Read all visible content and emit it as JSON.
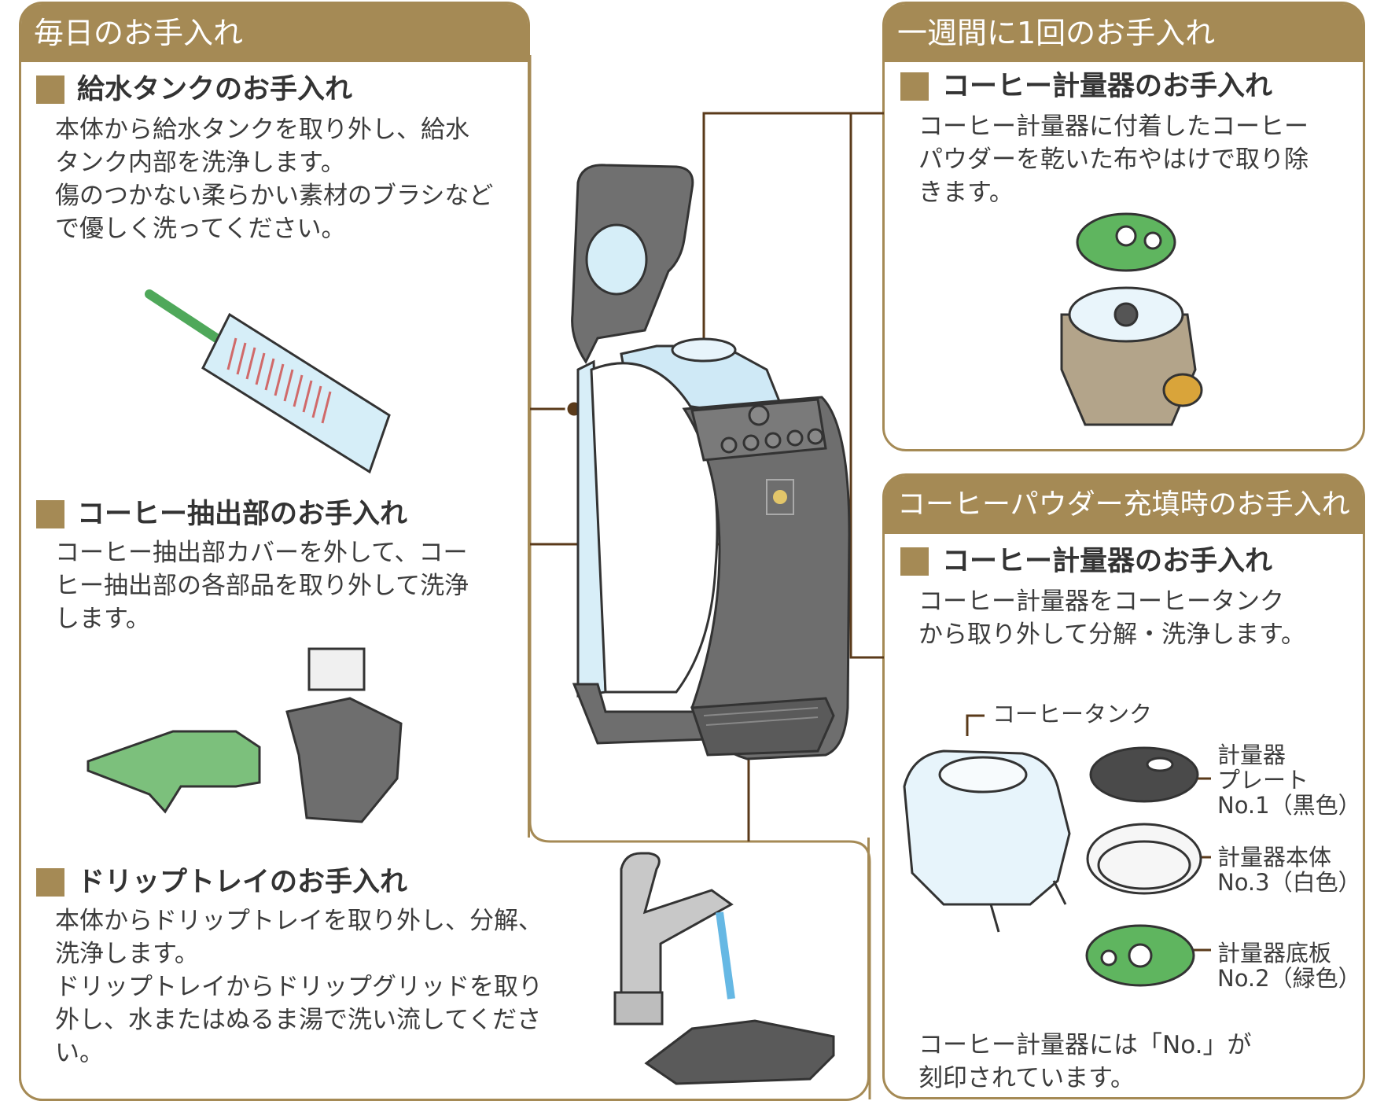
{
  "daily": {
    "header": "毎日のお手入れ",
    "water_tank": {
      "title": "給水タンクのお手入れ",
      "text": "本体から給水タンクを取り外し、給水\nタンク内部を洗浄します。\n傷のつかない柔らかい素材のブラシなど\nで優しく洗ってください。"
    },
    "brew_unit": {
      "title": "コーヒー抽出部のお手入れ",
      "text": "コーヒー抽出部カバーを外して、コー\nヒー抽出部の各部品を取り外して洗浄\nします。"
    },
    "drip_tray": {
      "title": "ドリップトレイのお手入れ",
      "text": "本体からドリップトレイを取り外し、分解、\n洗浄します。\nドリップトレイからドリップグリッドを取り\n外し、水またはぬるま湯で洗い流してくださ\nい。"
    }
  },
  "weekly": {
    "header": "一週間に1回のお手入れ",
    "measurer": {
      "title": "コーヒー計量器のお手入れ",
      "text": "コーヒー計量器に付着したコーヒー\nパウダーを乾いた布やはけで取り除\nきます。"
    }
  },
  "refill": {
    "header": "コーヒーパウダー充填時のお手入れ",
    "measurer": {
      "title": "コーヒー計量器のお手入れ",
      "text": "コーヒー計量器をコーヒータンク\nから取り外して分解・洗浄します。"
    },
    "labels": {
      "tank": "コーヒータンク",
      "plate": "計量器\nプレート\nNo.1（黒色）",
      "body": "計量器本体\nNo.3（白色）",
      "bottom": "計量器底板\nNo.2（緑色）"
    },
    "note": "コーヒー計量器には「No.」が\n刻印されています。"
  },
  "colors": {
    "accent": "#a58a55",
    "leader": "#5a3a1a",
    "machine_dark": "#6e6e6e",
    "machine_light": "#d8eef8",
    "part_green": "#5fb55f"
  }
}
